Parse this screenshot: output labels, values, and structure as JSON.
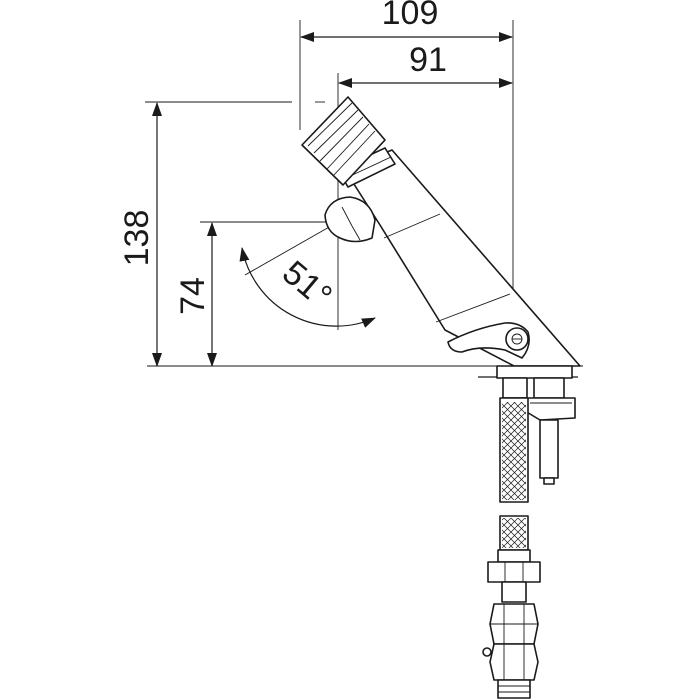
{
  "dimensions": {
    "width_overall": "109",
    "width_spout": "91",
    "height_overall": "138",
    "height_pivot": "74",
    "angle": "51°"
  },
  "colors": {
    "line": "#1a1a1a",
    "background": "#ffffff"
  }
}
